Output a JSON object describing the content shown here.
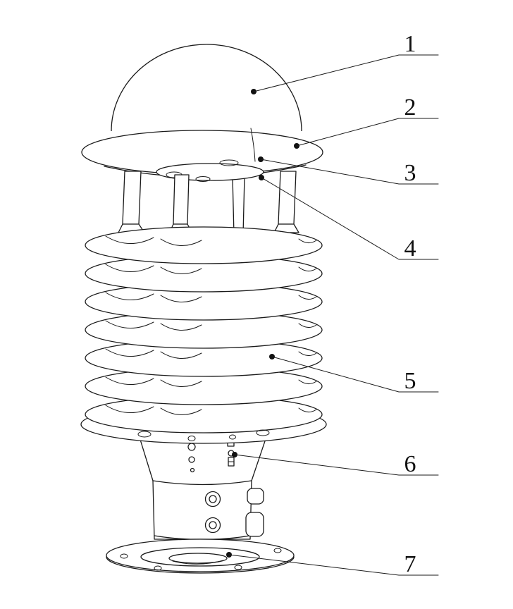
{
  "figure": {
    "background": "#ffffff",
    "line_color": "#1a1a1a"
  },
  "callouts": [
    {
      "number": "1"
    },
    {
      "number": "2"
    },
    {
      "number": "3"
    },
    {
      "number": "4"
    },
    {
      "number": "5"
    },
    {
      "number": "6"
    },
    {
      "number": "7"
    }
  ]
}
